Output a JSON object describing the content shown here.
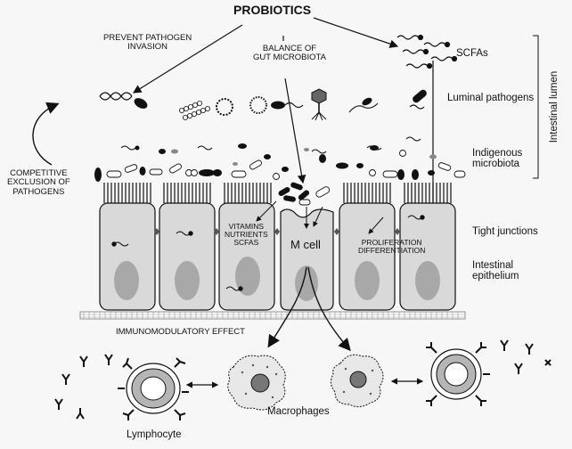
{
  "title": "PROBIOTICS",
  "labels": {
    "prevent_invasion": [
      "PREVENT PATHOGEN",
      "INVASION"
    ],
    "balance": [
      "BALANCE OF",
      "GUT MICROBIOTA"
    ],
    "scfas": "SCFAs",
    "luminal_pathogens": "Luminal pathogens",
    "intestinal_lumen": "Intestinal lumen",
    "indigenous": [
      "Indigenous",
      "microbiota"
    ],
    "competitive": [
      "COMPETITIVE",
      "EXCLUSION OF",
      "PATHOGENS"
    ],
    "vitamins": [
      "VITAMINS",
      "NUTRIENTS",
      "SCFAS"
    ],
    "m_cell": "M cell",
    "proliferation": [
      "PROLIFERATION",
      "DIFFERENTIATION"
    ],
    "tight_junctions": "Tight junctions",
    "epithelium": [
      "Intestinal",
      "epithelium"
    ],
    "immunomodulatory": "IMMUNOMODULATORY EFFECT",
    "lymphocyte": "Lymphocyte",
    "macrophages": "Macrophages"
  },
  "colors": {
    "cell_fill": "#d9d9d9",
    "nucleus_fill": "#a8a8a8",
    "bacteria_dark": "#111111",
    "line": "#111111"
  }
}
